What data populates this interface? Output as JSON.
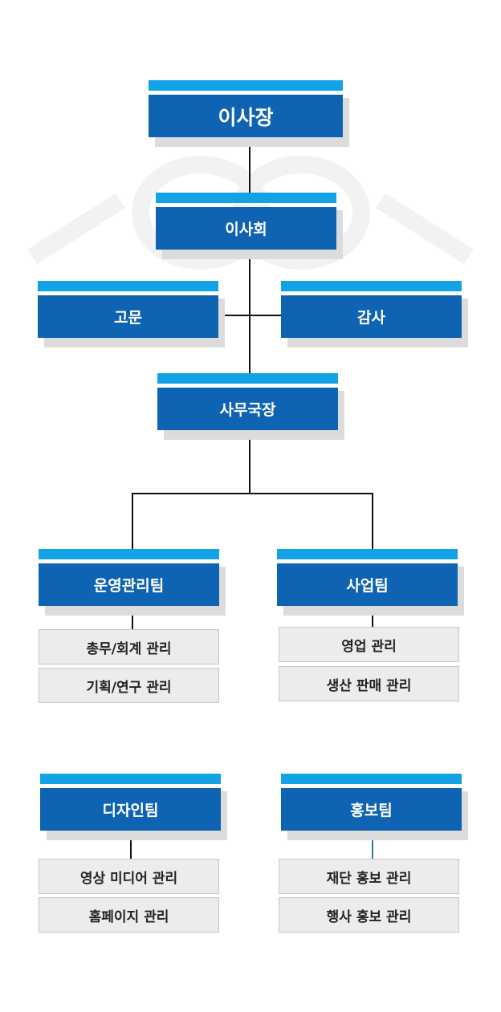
{
  "chairman": "이사장",
  "board": "이사회",
  "advisor": "고문",
  "auditor": "감사",
  "secretary_general": "사무국장",
  "ops_team": {
    "title": "운영관리팀",
    "items": [
      "총무/회계 관리",
      "기획/연구 관리"
    ]
  },
  "business_team": {
    "title": "사업팀",
    "items": [
      "영업 관리",
      "생산 판매 관리"
    ]
  },
  "design_team": {
    "title": "디자인팀",
    "items": [
      "영상 미디어 관리",
      "홈페이지 관리"
    ]
  },
  "pr_team": {
    "title": "홍보팀",
    "items": [
      "재단 홍보 관리",
      "행사 홍보 관리"
    ]
  },
  "colors": {
    "box": "#0f63b3",
    "bar": "#12a2e6",
    "item_bg": "#ececec"
  }
}
